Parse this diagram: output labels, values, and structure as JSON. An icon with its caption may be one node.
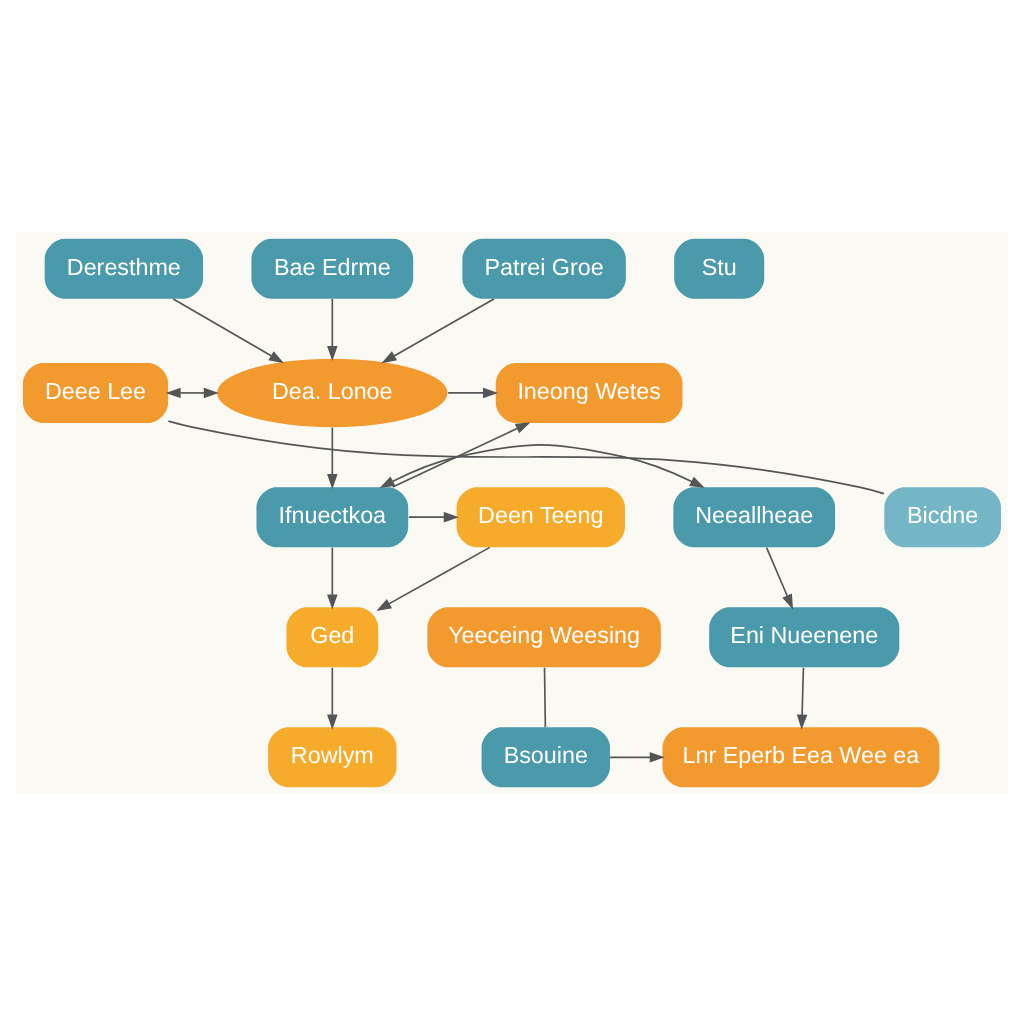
{
  "diagram": {
    "nodes": [
      {
        "text": [
          "Deresthme"
        ]
      },
      {
        "text": [
          "Bae Edrme"
        ]
      },
      {
        "text": [
          "Stu"
        ]
      },
      {
        "text": [
          "Patrei Groe"
        ]
      },
      {
        "text": [
          "Deee Lee"
        ]
      },
      {
        "text": [
          "Dea. Lonoe"
        ]
      },
      {
        "text": [
          "Ineong Wetes"
        ]
      },
      {
        "text": [
          "Bicdne"
        ]
      },
      {
        "text": [
          "Neeallheae"
        ]
      },
      {
        "text": [
          "Ifnuectkoa"
        ]
      },
      {
        "text": [
          "Deen Teeng"
        ]
      },
      {
        "text": [
          "Eni Nueenene"
        ]
      },
      {
        "text": [
          "Ged"
        ]
      },
      {
        "text": [
          "Yeeceing Weesing"
        ]
      },
      {
        "text": [
          "Rowlym"
        ]
      },
      {
        "text": [
          "Bsouine"
        ]
      },
      {
        "text": [
          "Lnr Eperb Eea Wee ea"
        ]
      }
    ],
    "edges": [
      {
        "from": 0,
        "to": 5,
        "arrow": "to"
      },
      {
        "from": 1,
        "to": 5,
        "arrow": "to"
      },
      {
        "from": 3,
        "to": 5,
        "arrow": "to"
      },
      {
        "from": 4,
        "to": 5,
        "arrow": "both"
      },
      {
        "from": 5,
        "to": 6,
        "arrow": "to"
      },
      {
        "from": 4,
        "to": 7,
        "arrow": "none"
      },
      {
        "from": 5,
        "to": 9,
        "arrow": "to"
      },
      {
        "from": 9,
        "to": 6,
        "arrow": "to"
      },
      {
        "from": 9,
        "to": 8,
        "arrow": "both"
      },
      {
        "from": 9,
        "to": 10,
        "arrow": "to"
      },
      {
        "from": 9,
        "to": 12,
        "arrow": "to"
      },
      {
        "from": 10,
        "to": 12,
        "arrow": "to"
      },
      {
        "from": 8,
        "to": 11,
        "arrow": "to"
      },
      {
        "from": 11,
        "to": 16,
        "arrow": "to"
      },
      {
        "from": 12,
        "to": 14,
        "arrow": "to"
      },
      {
        "from": 15,
        "to": 16,
        "arrow": "to"
      },
      {
        "from": 15,
        "to": 13,
        "arrow": "none"
      }
    ]
  }
}
